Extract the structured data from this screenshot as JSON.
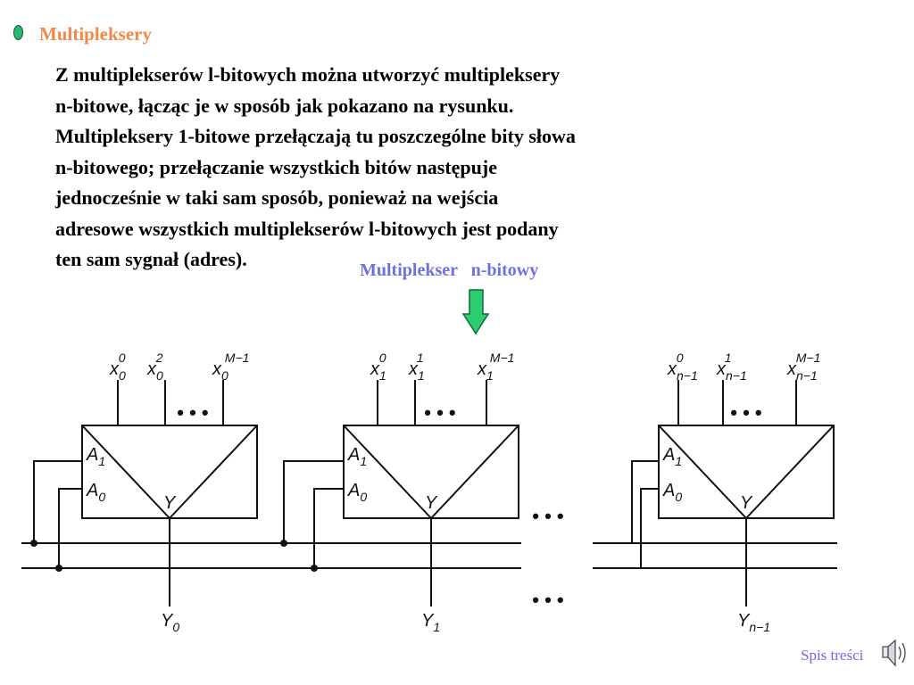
{
  "slide": {
    "title": "Multipleksery",
    "paragraph_lines": [
      "Z multiplekserów l-bitowych można utworzyć multipleksery",
      "n-bitowe, łącząc je w sposób jak pokazano na rysunku.",
      "Multipleksery 1-bitowe przełączają tu poszczególne bity słowa",
      "n-bitowego; przełączanie wszystkich bitów następuje",
      "jednocześnie w taki sam sposób, ponieważ na wejścia",
      "adresowe wszystkich multiplekserów l-bitowych jest podany",
      "ten sam sygnał (adres)."
    ],
    "caption": "Multiplekser   n-bitowy",
    "colors": {
      "title": "#f2894a",
      "caption": "#6f6fe0",
      "arrow": "#2ecc71",
      "footer_link": "#6a6af0"
    }
  },
  "diagram": {
    "muxes": [
      {
        "inputs": [
          {
            "base": "x",
            "sub": "0",
            "sup": "0"
          },
          {
            "base": "x",
            "sub": "0",
            "sup": "2"
          },
          {
            "base": "x",
            "sub": "0",
            "sup": "M−1"
          }
        ],
        "a1": "A",
        "a1_sub": "1",
        "a0": "A",
        "a0_sub": "0",
        "y": "Y",
        "output": "Y",
        "output_sub": "0"
      },
      {
        "inputs": [
          {
            "base": "x",
            "sub": "1",
            "sup": "0"
          },
          {
            "base": "x",
            "sub": "1",
            "sup": "1"
          },
          {
            "base": "x",
            "sub": "1",
            "sup": "M−1"
          }
        ],
        "a1": "A",
        "a1_sub": "1",
        "a0": "A",
        "a0_sub": "0",
        "y": "Y",
        "output": "Y",
        "output_sub": "1"
      },
      {
        "inputs": [
          {
            "base": "x",
            "sub": "n−1",
            "sup": "0"
          },
          {
            "base": "x",
            "sub": "n−1",
            "sup": "1"
          },
          {
            "base": "x",
            "sub": "n−1",
            "sup": "M−1"
          }
        ],
        "a1": "A",
        "a1_sub": "1",
        "a0": "A",
        "a0_sub": "0",
        "y": "Y",
        "output": "Y",
        "output_sub": "n−1"
      }
    ],
    "ellipsis": "• • •"
  },
  "footer": {
    "link_label": "Spis treści",
    "speaker_icon": "speaker-icon"
  }
}
